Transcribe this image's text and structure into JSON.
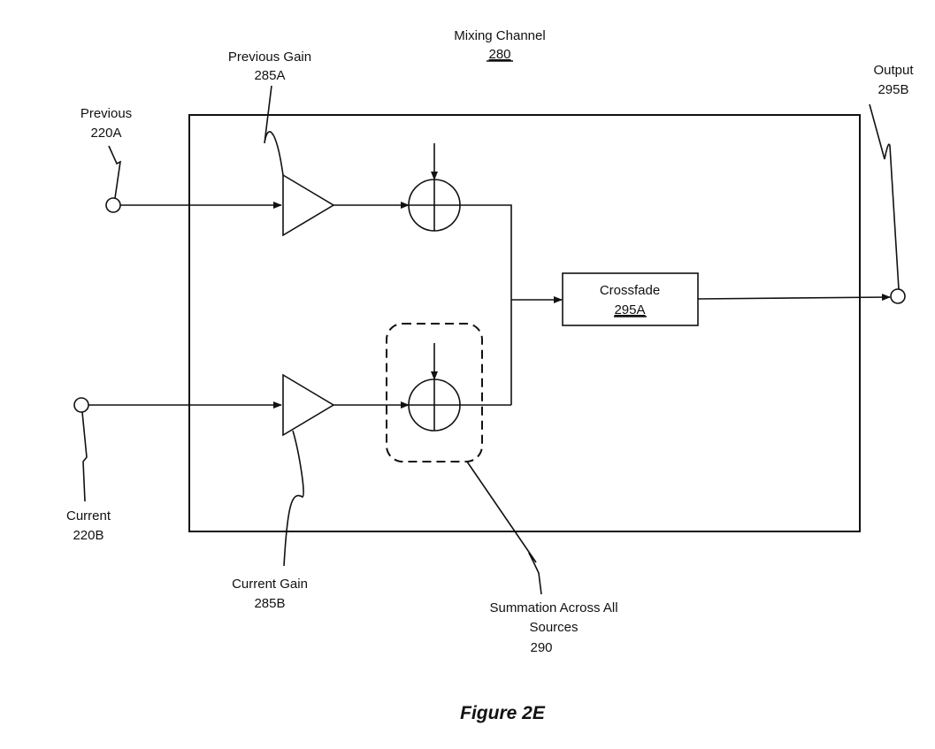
{
  "diagram": {
    "title": {
      "name": "Mixing Channel",
      "ref": "280"
    },
    "inputs": [
      {
        "name": "Previous",
        "ref": "220A"
      },
      {
        "name": "Current",
        "ref": "220B"
      }
    ],
    "gains": [
      {
        "name": "Previous Gain",
        "ref": "285A"
      },
      {
        "name": "Current Gain",
        "ref": "285B"
      }
    ],
    "summation": {
      "line1": "Summation Across All",
      "line2": "Sources",
      "ref": "290"
    },
    "crossfade": {
      "name": "Crossfade",
      "ref": "295A"
    },
    "output": {
      "name": "Output",
      "ref": "295B"
    },
    "figure_caption": "Figure 2E",
    "colors": {
      "stroke": "#111111",
      "background": "#ffffff"
    }
  }
}
